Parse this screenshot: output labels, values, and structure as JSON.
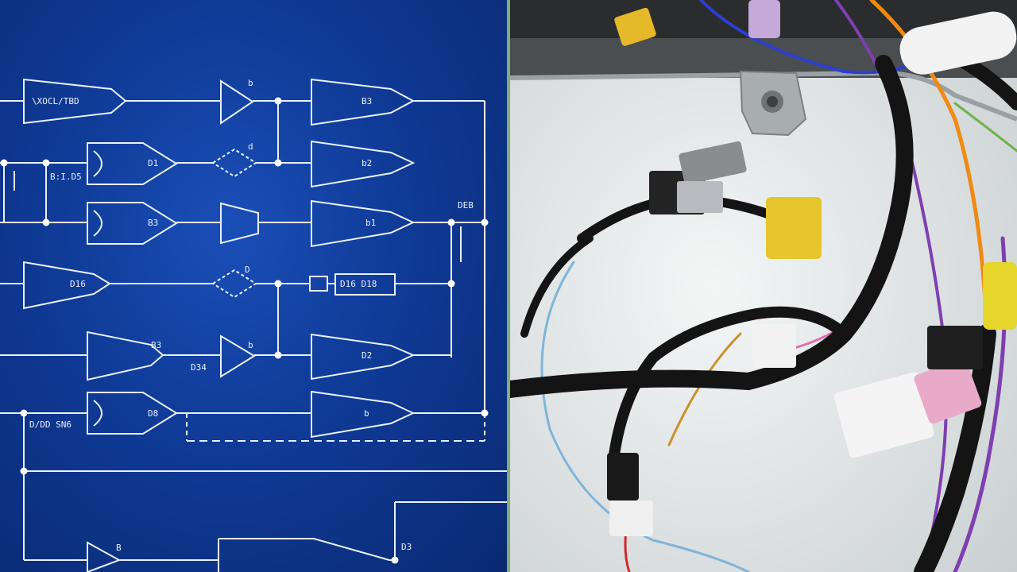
{
  "schematic": {
    "stroke_color": "#e9f0ff",
    "background_color": "#0f3a96",
    "labels": {
      "amp_top_left": "\\XOCL/TBD",
      "amp_top_right": "B3",
      "buf_top": "b",
      "left_side": "B:I.D5",
      "and_row2": "D1",
      "amp_row2": "b2",
      "buf_row2": "d",
      "and_row3": "B3",
      "amp_row3": "b1",
      "right_label": "DEB",
      "amp_row4_left": "D16",
      "buf_row4": "D",
      "box_row4": "D16 D18",
      "amp_row5_left": "B3",
      "mid_row5": "D34",
      "buf_row5": "b",
      "amp_row5_right": "D2",
      "left_row6": "D/DD SN6",
      "and_row6": "D8",
      "amp_row6": "b",
      "bottom_buf": "B",
      "bottom_right": "D3"
    }
  },
  "photo": {
    "panel_background": "#dfe3e4",
    "harness_color": "#141414",
    "connector_colors": {
      "yellow": "#e6c62c",
      "white": "#f2f2f2",
      "pink": "#e9a9c9",
      "gray": "#b9b9c0",
      "purple": "#c6a8d9"
    },
    "wire_colors": {
      "orange": "#f08a12",
      "purple": "#7f3fb0",
      "blue": "#2c3fd0",
      "light_blue": "#7fb5d8",
      "green": "#6fb24a",
      "red": "#d02a2a"
    }
  }
}
